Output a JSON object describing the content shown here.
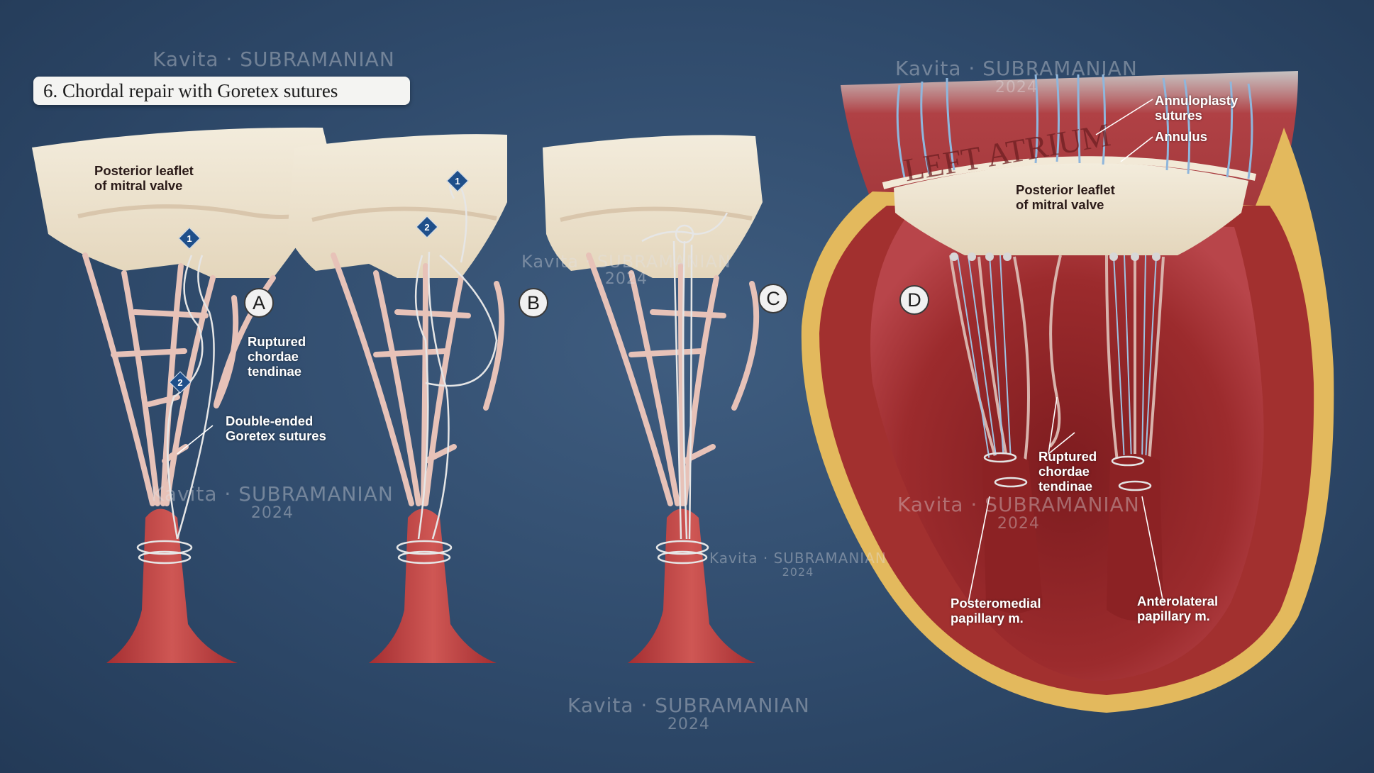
{
  "title": "6. Chordal repair with Goretex sutures",
  "panels": [
    "A",
    "B",
    "C",
    "D"
  ],
  "steps": [
    "1",
    "2"
  ],
  "labels": {
    "posterior_leaflet": "Posterior leaflet\nof mitral valve",
    "ruptured_chordae": "Ruptured\nchordae\ntendinae",
    "double_ended": "Double-ended\nGoretex sutures",
    "annuloplasty": "Annuloplasty\nsutures",
    "annulus": "Annulus",
    "posterior_leaflet_d": "Posterior leaflet\nof mitral valve",
    "ruptured_chordae_d": "Ruptured\nchordae\ntendinae",
    "posteromedial": "Posteromedial\npapillary m.",
    "anterolateral": "Anterolateral\npapillary m.",
    "left_atrium": "LEFT ATRIUM"
  },
  "watermark": {
    "name": "Kavita · SUBRAMANIAN",
    "year": "2024"
  },
  "colors": {
    "background": "#2f4a6b",
    "leaflet": "#ece3cf",
    "chordae": "#e9c5bc",
    "muscle": "#b93a3c",
    "myocardium": "#9d2a2c",
    "epicardium_fat": "#e3b95d",
    "suture": "#dcdcdc",
    "annuloplasty_suture": "#8fb6dc",
    "step_badge": "#1f4f8a"
  }
}
